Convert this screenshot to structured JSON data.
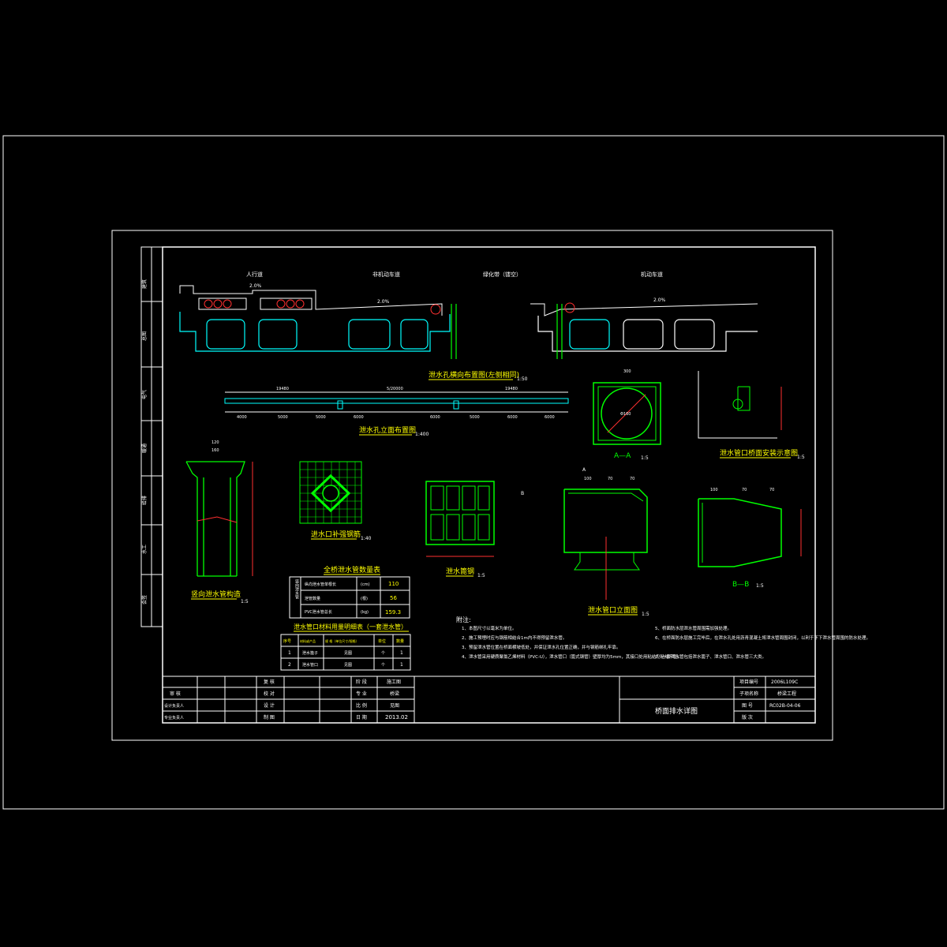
{
  "colors": {
    "background": "#000000",
    "frame": "#ffffff",
    "structure_cyan": "#00ffff",
    "detail_green": "#00ff00",
    "label_yellow": "#ffff00",
    "dimension_magenta": "#ff00ff",
    "text_white": "#ffffff",
    "accent_red": "#ff3030"
  },
  "cross_section": {
    "lane_labels": [
      "人行道",
      "非机动车道",
      "绿化带（镂空）",
      "机动车道"
    ],
    "slope_left": "2.0%",
    "slope_right": "2.0%",
    "left_walk_slope": "2.0%",
    "title": "泄水孔横向布置图(左侧相同)",
    "scale": "1:50"
  },
  "elevation": {
    "title": "泄水孔立面布置图",
    "scale": "1:400",
    "top_dims": [
      "19480",
      "5/20000",
      "19480"
    ],
    "bottom_dims": [
      "4000",
      "5000",
      "5000",
      "6000",
      "6000",
      "5000",
      "6000",
      "6000"
    ]
  },
  "section_aa": {
    "title": "A—A",
    "scale": "1:5",
    "dim_top": "300",
    "dia": "Φ160"
  },
  "install_sketch": {
    "title": "泄水管口桥面安装示意图",
    "scale": "1:5"
  },
  "vertical_pipe": {
    "title": "竖向泄水管构造",
    "scale": "1:5",
    "dim_top1": "120",
    "dim_top2": "160"
  },
  "grate_rebar": {
    "title": "进水口补强钢筋",
    "scale": "1:40"
  },
  "drain_grate": {
    "title": "泄水篦钢",
    "scale": "1:5"
  },
  "pipe_elevation": {
    "title": "泄水管口立面图",
    "scale": "1:5",
    "dims": [
      "100",
      "70",
      "70"
    ],
    "marks": [
      "A",
      "B"
    ]
  },
  "section_bb": {
    "title": "B—B",
    "scale": "1:5",
    "dims": [
      "100",
      "70",
      "70"
    ]
  },
  "quantity_table": {
    "title": "全桥泄水管数量表",
    "rows": [
      {
        "name": "纵向泄水管单根长",
        "unit": "(cm)",
        "value": "110"
      },
      {
        "name": "泄管数量",
        "unit": "(根)",
        "value": "56"
      },
      {
        "name": "PVC泄水管总长",
        "unit": "(kg)",
        "value": "159.3"
      }
    ],
    "side_label": "竖向泄水管"
  },
  "material_table": {
    "title": "泄水管口材料用量明细表（一套泄水管）",
    "headers": [
      "序号",
      "材料或产品",
      "规 格（单位尺寸/规格）",
      "单位",
      "数量"
    ],
    "rows": [
      [
        "1",
        "泄水篦子",
        "见图",
        "个",
        "1"
      ],
      [
        "2",
        "泄水管口",
        "见图",
        "个",
        "1"
      ]
    ]
  },
  "notes": {
    "heading": "附注:",
    "left": [
      "1、本图尺寸以毫米为单位。",
      "2、施工预埋时应与钢筋相结合1m内不得预留泄水管。",
      "3、预留泄水管位置在桥面横坡低处，并保证泄水孔位置正确，并与钢筋绑扎牢靠。",
      "4、泄水管采用硬质聚氯乙烯材料（PVC-U），泄水管口（篦式钢管）壁厚均为5mm，其接口处用粘结剂粘结牢固。"
    ],
    "right": [
      "5、桥面防水层泄水管周围需加强处理。",
      "6、在桥面防水层施工完毕后，在泄水孔处用沥青混凝土将泄水管周围封闭，以利于下下泄水管周围的防水处理。",
      "7、一套泄水管包括泄水篦子、泄水管口、泄水管三大类。"
    ]
  },
  "title_block": {
    "row_labels_left": [
      "审 核",
      "设计负责人",
      "专业负责人"
    ],
    "row_labels_mid": [
      "复 核",
      "校 对",
      "设 计",
      "制 图"
    ],
    "mid_labels": [
      "阶 段",
      "专 业",
      "比 例",
      "日 期"
    ],
    "mid_values": [
      "施工图",
      "桥梁",
      "见图",
      "2013.02"
    ],
    "drawing_title": "桥面排水详图",
    "right_labels": [
      "项目编号",
      "子项名称",
      "图 号",
      "版 次"
    ],
    "right_values": [
      "2006L109C",
      "桥梁工程",
      "RC02B-04-06",
      ""
    ]
  },
  "side_strip": [
    "会签",
    "水工",
    "给排",
    "暖通",
    "电气",
    "总图",
    "建筑"
  ]
}
